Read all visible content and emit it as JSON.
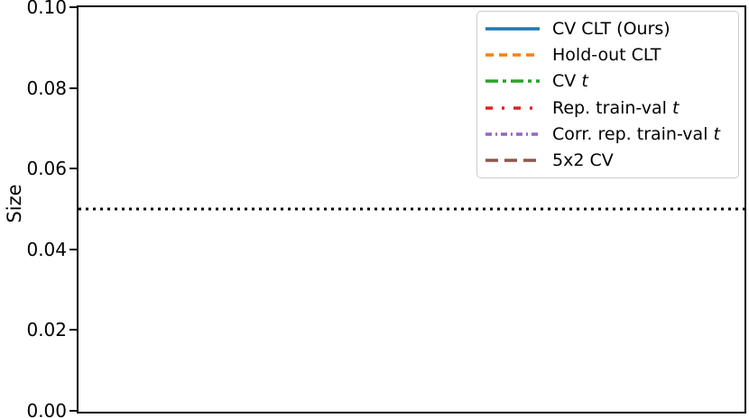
{
  "chart_data": {
    "type": "line",
    "title": "",
    "xlabel": "",
    "ylabel": "Size",
    "ylim": [
      0.0,
      0.1
    ],
    "grid": false,
    "x_axis_tick_labels_visible": false,
    "yticks": [
      {
        "value": 0.0,
        "label": "0.00"
      },
      {
        "value": 0.02,
        "label": "0.02"
      },
      {
        "value": 0.04,
        "label": "0.04"
      },
      {
        "value": 0.06,
        "label": "0.06"
      },
      {
        "value": 0.08,
        "label": "0.08"
      },
      {
        "value": 0.1,
        "label": "0.10"
      }
    ],
    "reference_line": {
      "y": 0.05,
      "color": "#000000",
      "linestyle": "dotted",
      "dash": "3 5",
      "linewidth": 3
    },
    "legend": {
      "position": "upper right",
      "border_color": "#cccccc",
      "entries": [
        {
          "label": "CV CLT (Ours)",
          "italic_suffix": "",
          "color": "#1f77b4",
          "linestyle": "solid",
          "dash": ""
        },
        {
          "label": "Hold-out CLT",
          "italic_suffix": "",
          "color": "#ff7f0e",
          "linestyle": "dashed",
          "dash": "9 6"
        },
        {
          "label": "CV ",
          "italic_suffix": "t",
          "color": "#2ca02c",
          "linestyle": "dashdot",
          "dash": "14 5 4 5"
        },
        {
          "label": "Rep. train-val ",
          "italic_suffix": "t",
          "color": "#d62728",
          "linestyle": "dash-dot sparse",
          "dash": "8 10 3 10"
        },
        {
          "label": "Corr. rep. train-val ",
          "italic_suffix": "t",
          "color": "#9467bd",
          "linestyle": "dash-dot dense",
          "dash": "7 4 2 4"
        },
        {
          "label": "5x2 CV",
          "italic_suffix": "",
          "color": "#8c564b",
          "linestyle": "long-dash",
          "dash": "14 7"
        }
      ]
    }
  }
}
